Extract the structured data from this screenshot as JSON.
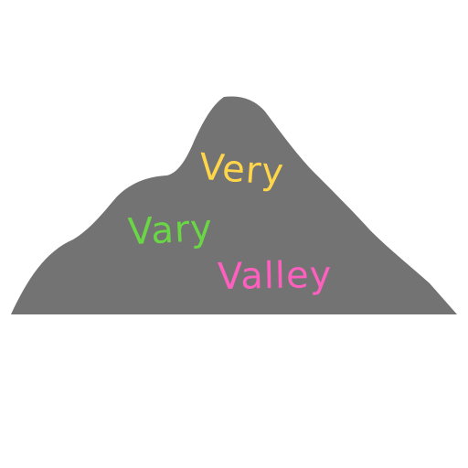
{
  "colors": {
    "background": "#ffffff",
    "mountain": "#737373",
    "word1": "#ffd54a",
    "word2": "#6ad645",
    "word3": "#ff5fbf"
  },
  "words": [
    {
      "text": "Very",
      "color": "#ffd54a"
    },
    {
      "text": "Vary",
      "color": "#6ad645"
    },
    {
      "text": "Valley",
      "color": "#ff5fbf"
    }
  ]
}
